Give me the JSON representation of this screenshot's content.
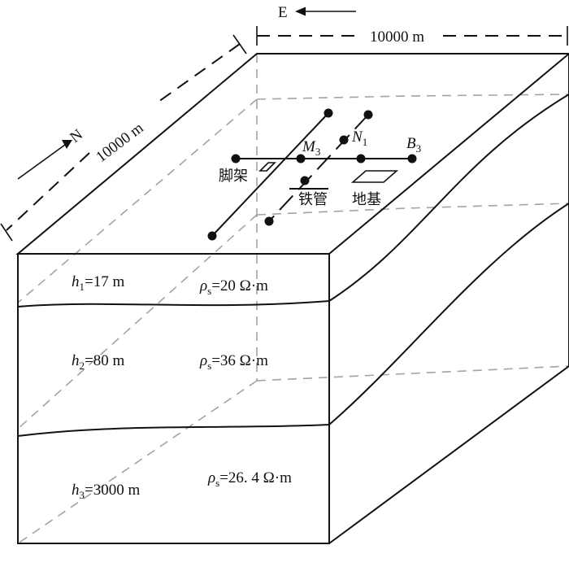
{
  "directions": {
    "east": "E",
    "north": "N"
  },
  "dimensions": {
    "east_width": "10000 m",
    "north_depth": "10000 m"
  },
  "surface_labels": {
    "tripod": "脚架",
    "pipe": "铁管",
    "foundation": "地基",
    "m3_main": "M",
    "m3_sub": "3",
    "n1_main": "N",
    "n1_sub": "1",
    "b3_main": "B",
    "b3_sub": "3"
  },
  "layers": [
    {
      "h_main": "h",
      "h_sub": "1",
      "h_value": "=17 m",
      "rho_main": "ρ",
      "rho_sub": "s",
      "rho_value": "=20 Ω·m"
    },
    {
      "h_main": "h",
      "h_sub": "2",
      "h_value": "=80 m",
      "rho_main": "ρ",
      "rho_sub": "s",
      "rho_value": "=36 Ω·m"
    },
    {
      "h_main": "h",
      "h_sub": "3",
      "h_value": "=3000 m",
      "rho_main": "ρ",
      "rho_sub": "s",
      "rho_value": "=26. 4 Ω·m"
    }
  ]
}
